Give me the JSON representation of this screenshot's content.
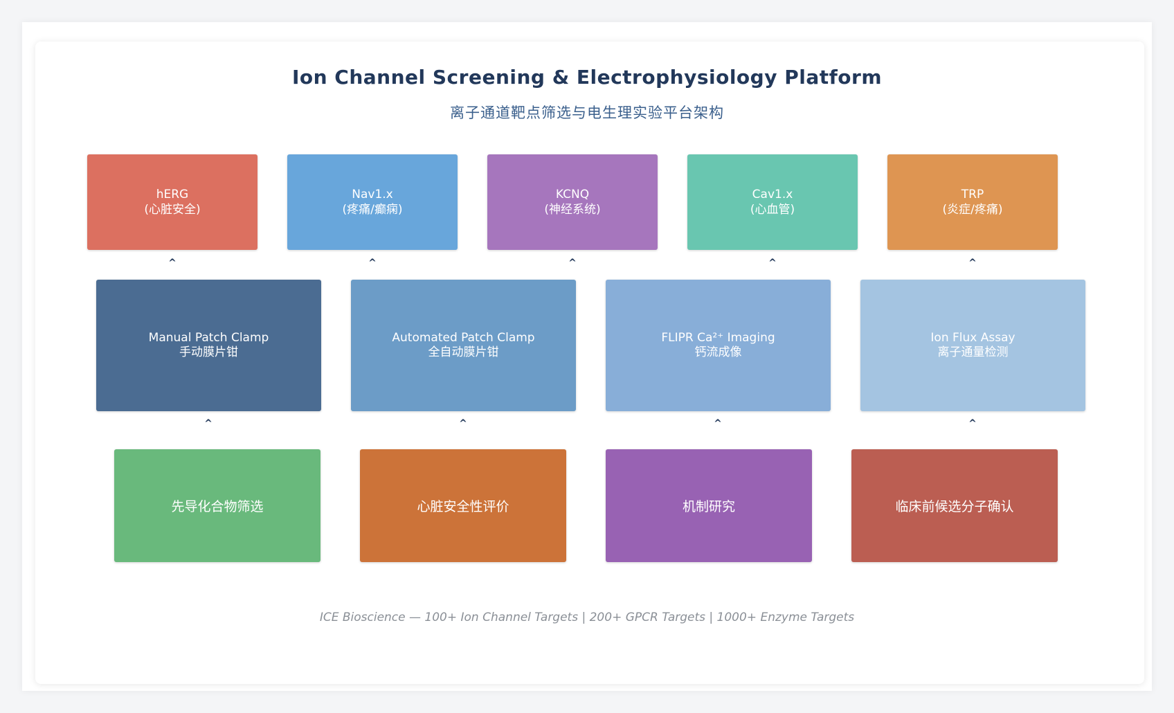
{
  "title": "Ion Channel Screening & Electrophysiology Platform",
  "subtitle": "离子通道靶点筛选与电生理实验平台架构",
  "targets": [
    {
      "name": "hERG",
      "desc": "(心脏安全)",
      "color": "#dc7060"
    },
    {
      "name": "Nav1.x",
      "desc": "(疼痛/癫痫)",
      "color": "#68a6db"
    },
    {
      "name": "KCNQ",
      "desc": "(神经系统)",
      "color": "#a676bd"
    },
    {
      "name": "Cav1.x",
      "desc": "(心血管)",
      "color": "#69c6b0"
    },
    {
      "name": "TRP",
      "desc": "(炎症/疼痛)",
      "color": "#de9552"
    }
  ],
  "methods": [
    {
      "name": "Manual Patch Clamp",
      "desc": "手动膜片钳",
      "color": "#4b6c92"
    },
    {
      "name": "Automated Patch Clamp",
      "desc": "全自动膜片钳",
      "color": "#6c9cc7"
    },
    {
      "name": "FLIPR Ca²⁺ Imaging",
      "desc": "钙流成像",
      "color": "#88aed8"
    },
    {
      "name": "Ion Flux Assay",
      "desc": "离子通量检测",
      "color": "#a4c4e1"
    }
  ],
  "applications": [
    {
      "label": "先导化合物筛选",
      "color": "#69b97c"
    },
    {
      "label": "心脏安全性评价",
      "color": "#cc7339"
    },
    {
      "label": "机制研究",
      "color": "#9862b3"
    },
    {
      "label": "临床前候选分子确认",
      "color": "#bb5e52"
    }
  ],
  "arrow_glyph": "^",
  "footer": "ICE Bioscience — 100+ Ion Channel Targets | 200+ GPCR Targets | 1000+ Enzyme Targets"
}
